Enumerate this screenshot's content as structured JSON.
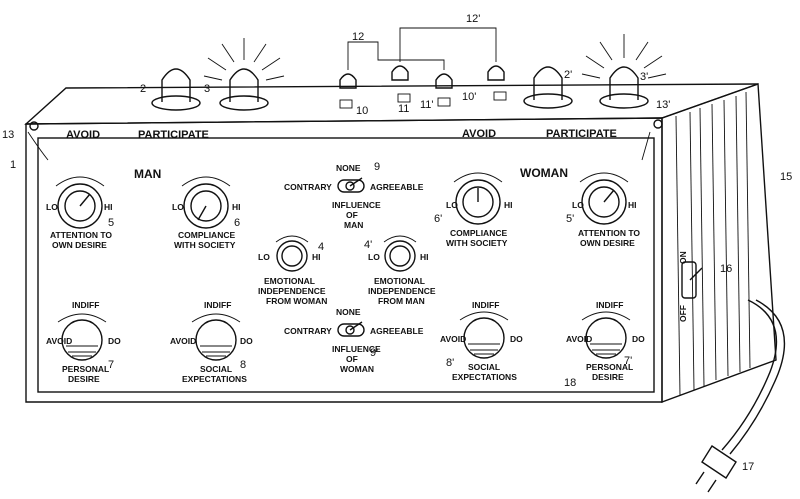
{
  "header": {
    "left_avoid": "AVOID",
    "left_participate": "PARTICIPATE",
    "right_avoid": "AVOID",
    "right_participate": "PARTICIPATE"
  },
  "sections": {
    "man": "MAN",
    "woman": "WOMAN"
  },
  "knobs": {
    "lo": "LO",
    "hi": "HI",
    "attention": [
      "ATTENTION TO",
      "OWN DESIRE"
    ],
    "compliance": [
      "COMPLIANCE",
      "WITH SOCIETY"
    ],
    "emotional_woman": [
      "EMOTIONAL",
      "INDEPENDENCE",
      "FROM WOMAN"
    ],
    "emotional_man": [
      "EMOTIONAL",
      "INDEPENDENCE",
      "FROM MAN"
    ],
    "indiff": "INDIFF",
    "avoid": "AVOID",
    "do": "DO",
    "personal": [
      "PERSONAL",
      "DESIRE"
    ],
    "social": [
      "SOCIAL",
      "EXPECTATIONS"
    ]
  },
  "switches": {
    "none": "NONE",
    "contrary": "CONTRARY",
    "agreeable": "AGREEABLE",
    "influence_man": [
      "INFLUENCE",
      "OF",
      "MAN"
    ],
    "influence_woman": [
      "INFLUENCE",
      "OF",
      "WOMAN"
    ],
    "power_on": "ON",
    "power_off": "OFF"
  },
  "refs": {
    "r1": "1",
    "r2": "2",
    "r2p": "2'",
    "r3": "3",
    "r3p": "3'",
    "r4": "4",
    "r4p": "4'",
    "r5": "5",
    "r5p": "5'",
    "r6": "6",
    "r6p": "6'",
    "r7": "7",
    "r7p": "7'",
    "r8": "8",
    "r8p": "8'",
    "r9": "9",
    "r9p": "9'",
    "r10": "10",
    "r10p": "10'",
    "r11": "11",
    "r11p": "11'",
    "r12": "12",
    "r12p": "12'",
    "r13": "13",
    "r13p": "13'",
    "r15": "15",
    "r16": "16",
    "r17": "17",
    "r18": "18"
  }
}
